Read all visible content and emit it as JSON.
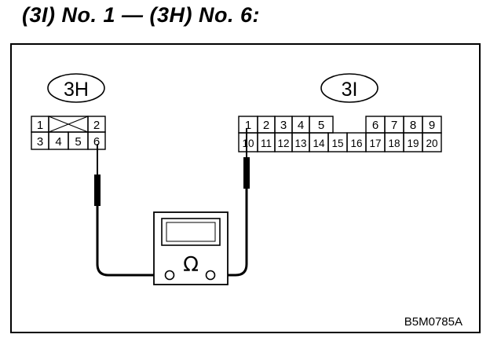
{
  "title": "(3I) No. 1 — (3H) No. 6:",
  "figure_code": "B5M0785A",
  "connectors": [
    {
      "id": "3H",
      "label": "3H",
      "rows": [
        [
          "1",
          "",
          "2"
        ],
        [
          "3",
          "4",
          "5",
          "6"
        ]
      ]
    },
    {
      "id": "3I",
      "label": "3I",
      "rows": [
        [
          "1",
          "2",
          "3",
          "4",
          "5",
          "6",
          "7",
          "8",
          "9"
        ],
        [
          "10",
          "11",
          "12",
          "13",
          "14",
          "15",
          "16",
          "17",
          "18",
          "19",
          "20"
        ]
      ]
    }
  ],
  "meter": {
    "symbol": "Ω"
  },
  "colors": {
    "line": "#000000",
    "background": "#ffffff"
  }
}
